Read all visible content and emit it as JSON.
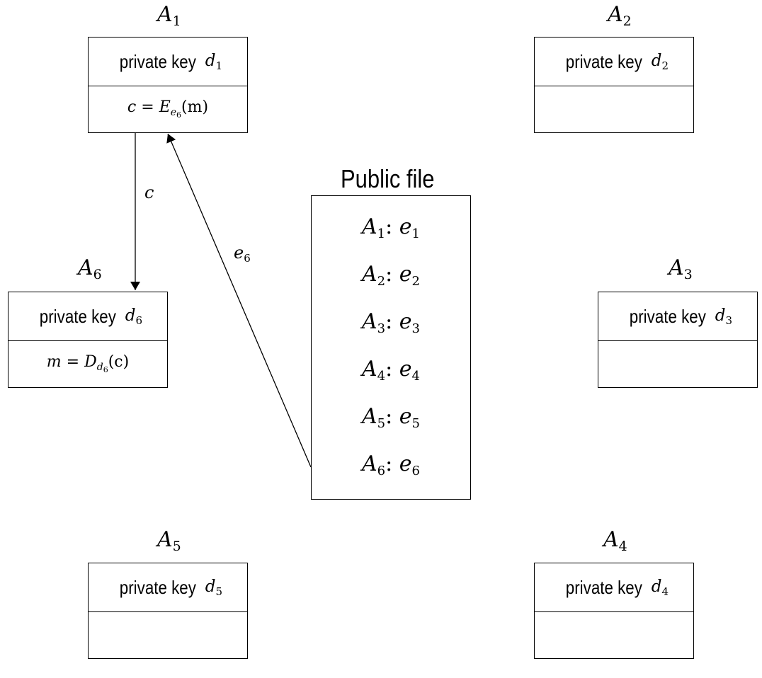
{
  "entities": [
    {
      "id": "A1",
      "name": "A",
      "index": "1",
      "key_text": "private key",
      "key_var": "d",
      "key_index": "1",
      "op": {
        "lhs": "c",
        "eq": "=",
        "fn": "E",
        "fn_sub": "e",
        "fn_sub_index": "6",
        "arg": "(m)"
      }
    },
    {
      "id": "A2",
      "name": "A",
      "index": "2",
      "key_text": "private key",
      "key_var": "d",
      "key_index": "2"
    },
    {
      "id": "A3",
      "name": "A",
      "index": "3",
      "key_text": "private key",
      "key_var": "d",
      "key_index": "3"
    },
    {
      "id": "A4",
      "name": "A",
      "index": "4",
      "key_text": "private key",
      "key_var": "d",
      "key_index": "4"
    },
    {
      "id": "A5",
      "name": "A",
      "index": "5",
      "key_text": "private key",
      "key_var": "d",
      "key_index": "5"
    },
    {
      "id": "A6",
      "name": "A",
      "index": "6",
      "key_text": "private key",
      "key_var": "d",
      "key_index": "6",
      "op": {
        "lhs": "m",
        "eq": "=",
        "fn": "D",
        "fn_sub": "d",
        "fn_sub_index": "6",
        "arg": "(c)"
      }
    }
  ],
  "public_file": {
    "title": "Public file",
    "entries": [
      {
        "name": "A",
        "index": "1",
        "sep": ":",
        "key": "e",
        "key_index": "1"
      },
      {
        "name": "A",
        "index": "2",
        "sep": ":",
        "key": "e",
        "key_index": "2"
      },
      {
        "name": "A",
        "index": "3",
        "sep": ":",
        "key": "e",
        "key_index": "3"
      },
      {
        "name": "A",
        "index": "4",
        "sep": ":",
        "key": "e",
        "key_index": "4"
      },
      {
        "name": "A",
        "index": "5",
        "sep": ":",
        "key": "e",
        "key_index": "5"
      },
      {
        "name": "A",
        "index": "6",
        "sep": ":",
        "key": "e",
        "key_index": "6"
      }
    ]
  },
  "edges": [
    {
      "from": "A1",
      "to": "A6",
      "label": "c",
      "label_index": ""
    },
    {
      "from": "public_file.A6",
      "to": "A1",
      "label": "e",
      "label_index": "6"
    }
  ]
}
